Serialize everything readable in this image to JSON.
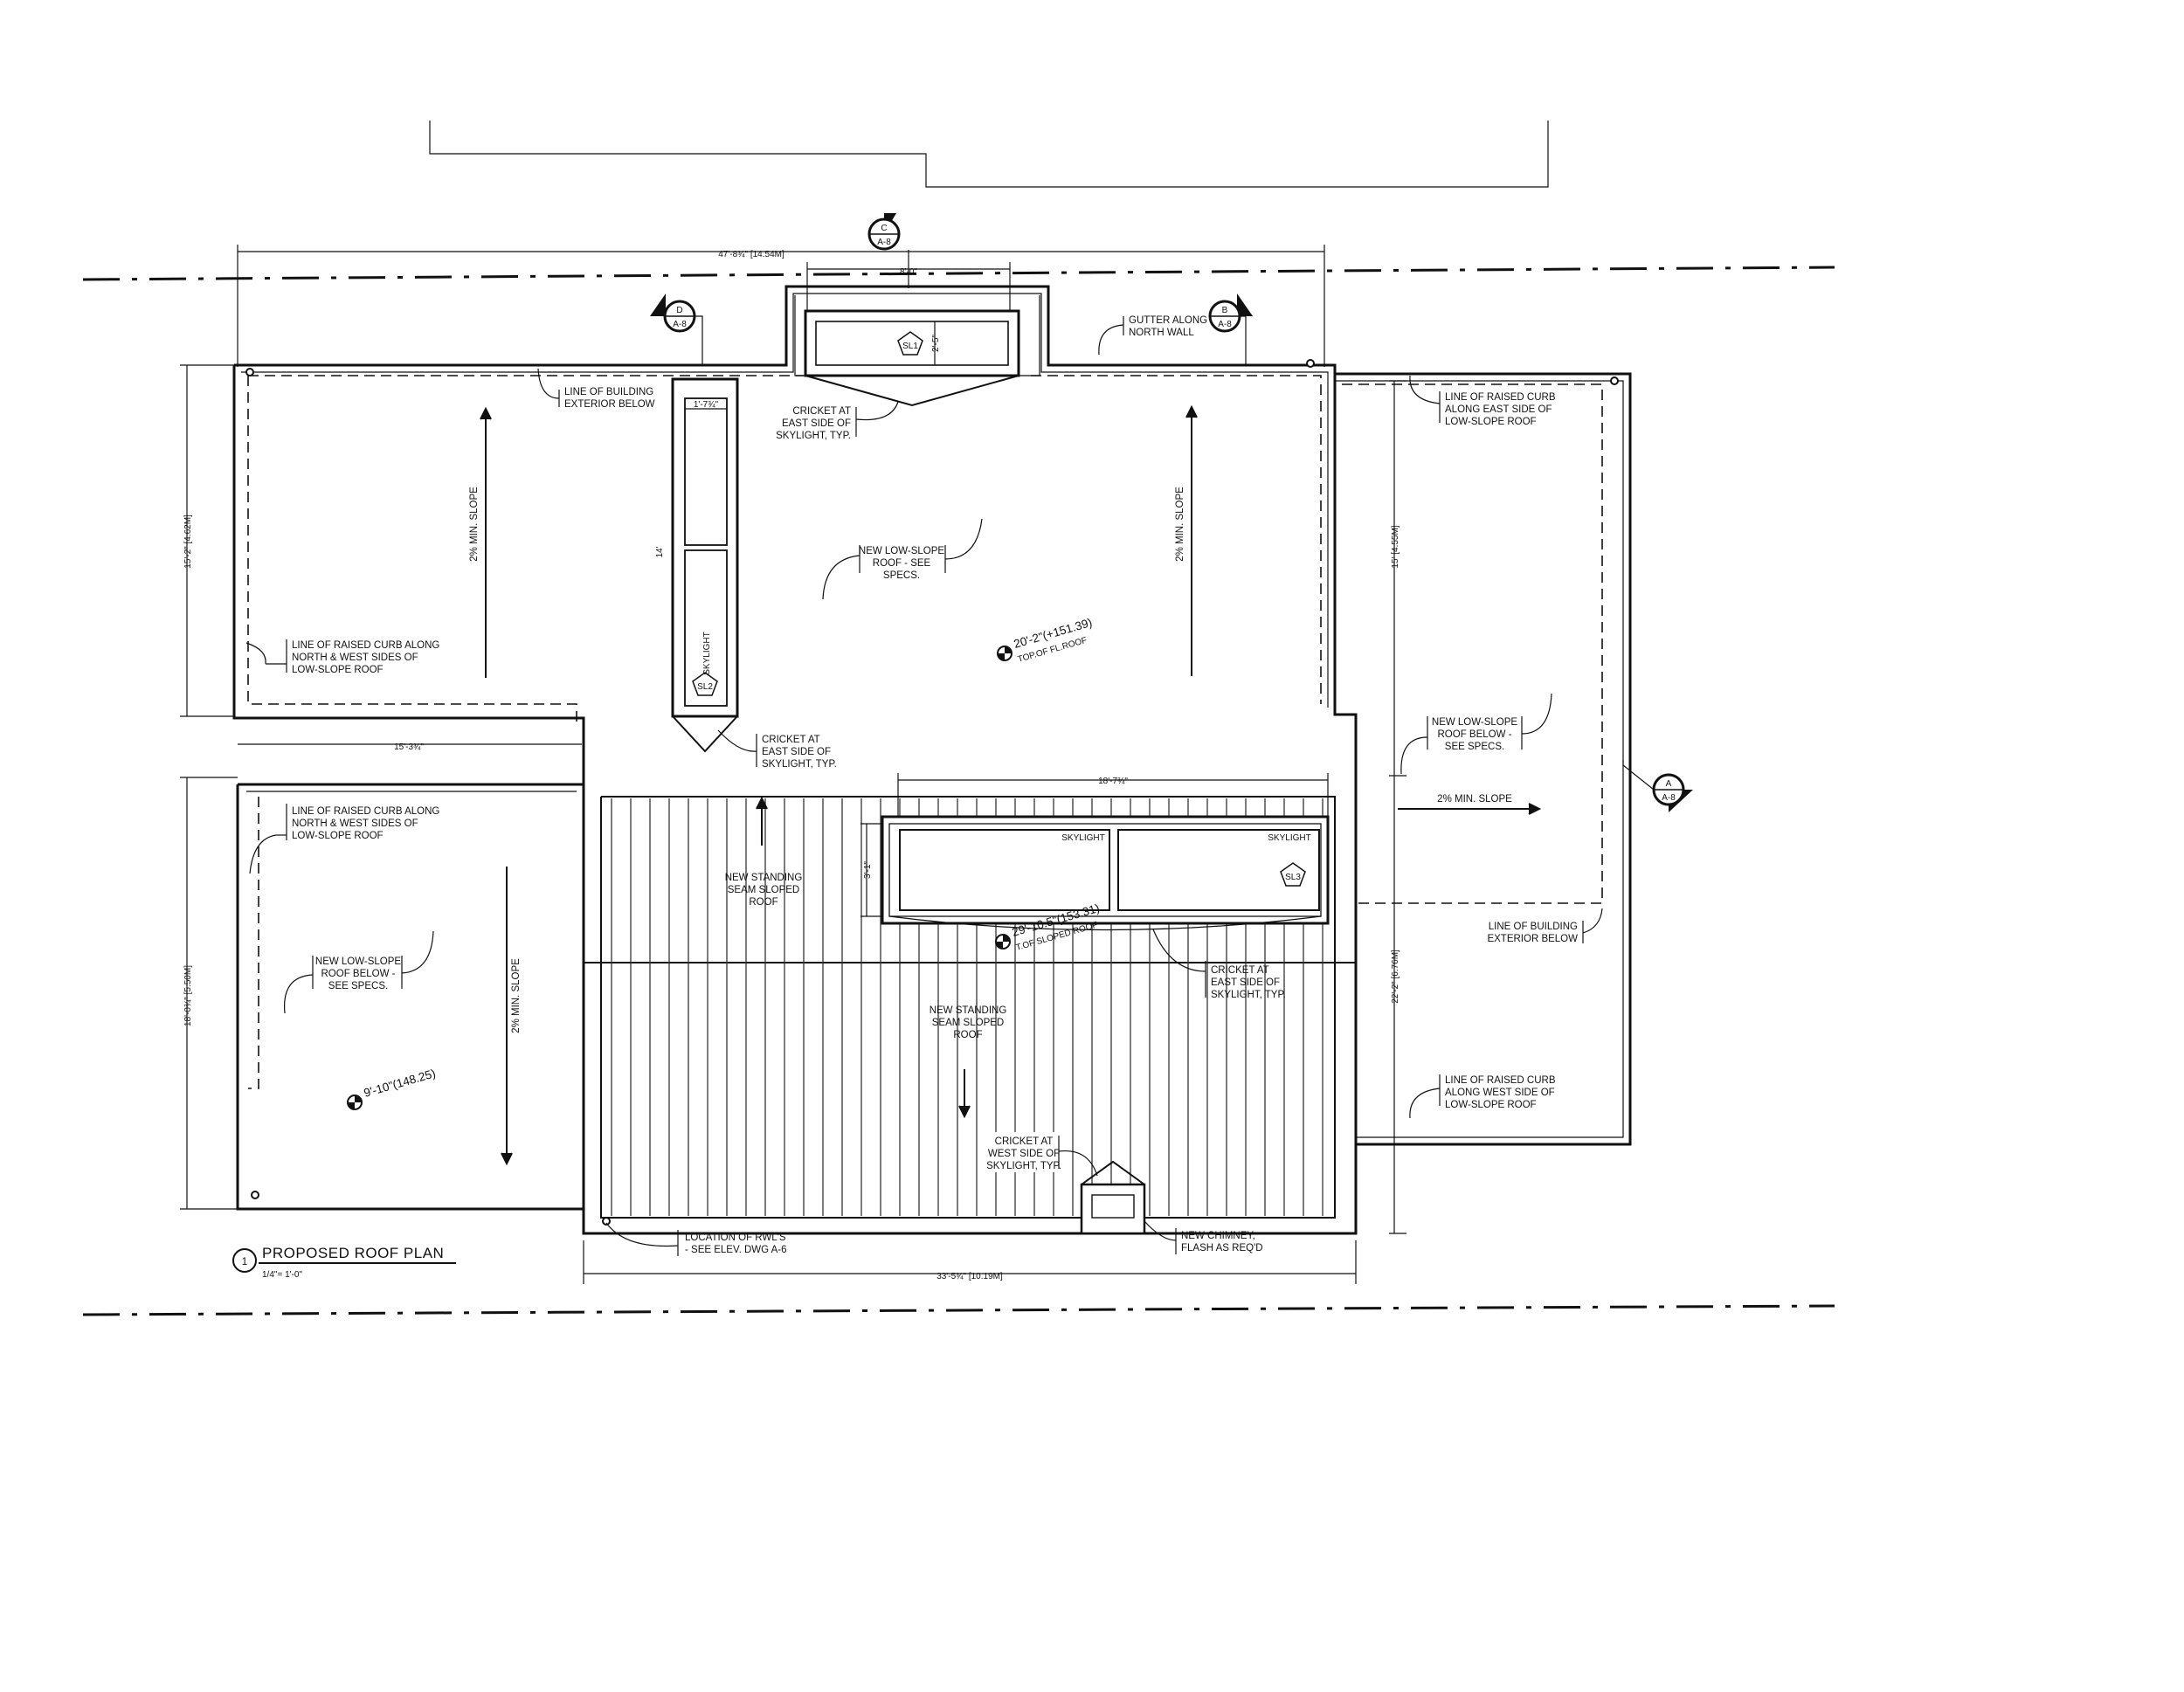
{
  "title": {
    "number": "1",
    "text": "PROPOSED ROOF PLAN",
    "scale": "1/4\"= 1'-0\""
  },
  "section_markers": [
    {
      "id": "C",
      "sheet": "A-8"
    },
    {
      "id": "D",
      "sheet": "A-8"
    },
    {
      "id": "B",
      "sheet": "A-8"
    },
    {
      "id": "A",
      "sheet": "A-8"
    }
  ],
  "dimensions": {
    "top_overall": "47'-8¾\" [14.54M]",
    "top_bay": "8'-0\"",
    "left_upper": "15'-2\" [4.62M]",
    "left_lower": "18'-0¾\" [5.50M]",
    "mid_left": "15'-3¾\"",
    "right_upper": "15' [4.55M]",
    "right_lower": "22'-2\" [6.76M]",
    "bottom": "33'-5¾\" [10.19M]",
    "skylight_strip": "18'-7¾\"",
    "skylight_height": "3'-1\"",
    "sl1_depth": "2'-5\"",
    "sl2_width": "1'-7¾\"",
    "sl2_length": "14'"
  },
  "skylights": {
    "sl1": "SL1",
    "sl2": "SL2",
    "sl3": "SL3",
    "label": "SKYLIGHT"
  },
  "slope_labels": {
    "left_upper": "2% MIN. SLOPE",
    "center_upper": "2% MIN. SLOPE",
    "left_lower": "2% MIN. SLOPE",
    "right": "2% MIN. SLOPE"
  },
  "elevations": {
    "flat_roof": "20'-2\"(+151.39)",
    "flat_roof_sub": "TOP.OF FL.ROOF",
    "sloped_roof": "29'-10.5\"(153.31)",
    "sloped_roof_sub": "T.OF SLOPED ROOF",
    "lower_roof": "9'-10\"(148.25)"
  },
  "notes": {
    "building_below_top": [
      "LINE OF BUILDING",
      "EXTERIOR BELOW"
    ],
    "gutter": [
      "GUTTER ALONG",
      "NORTH WALL"
    ],
    "cricket_sl1": [
      "CRICKET AT",
      "EAST SIDE OF",
      "SKYLIGHT, TYP."
    ],
    "raised_curb_east": [
      "LINE OF RAISED CURB",
      "ALONG EAST SIDE OF",
      "LOW-SLOPE ROOF"
    ],
    "new_low_slope_center": [
      "NEW LOW-SLOPE",
      "ROOF - SEE",
      "SPECS."
    ],
    "raised_curb_nw_upper": [
      "LINE OF RAISED CURB ALONG",
      "NORTH & WEST SIDES OF",
      "LOW-SLOPE ROOF"
    ],
    "cricket_sl2": [
      "CRICKET AT",
      "EAST SIDE OF",
      "SKYLIGHT, TYP."
    ],
    "new_low_slope_right": [
      "NEW LOW-SLOPE",
      "ROOF BELOW -",
      "SEE SPECS."
    ],
    "raised_curb_nw_lower": [
      "LINE OF RAISED CURB ALONG",
      "NORTH & WEST SIDES OF",
      "LOW-SLOPE ROOF"
    ],
    "standing_seam_upper": [
      "NEW STANDING",
      "SEAM SLOPED",
      "ROOF"
    ],
    "new_low_slope_left": [
      "NEW LOW-SLOPE",
      "ROOF BELOW -",
      "SEE SPECS."
    ],
    "building_below_right": [
      "LINE OF BUILDING",
      "EXTERIOR BELOW"
    ],
    "cricket_sl3": [
      "CRICKET AT",
      "EAST SIDE OF",
      "SKYLIGHT, TYP."
    ],
    "standing_seam_lower": [
      "NEW STANDING",
      "SEAM SLOPED",
      "ROOF"
    ],
    "raised_curb_west": [
      "LINE OF RAISED CURB",
      "ALONG WEST SIDE OF",
      "LOW-SLOPE ROOF"
    ],
    "cricket_west": [
      "CRICKET AT",
      "WEST SIDE OF",
      "SKYLIGHT, TYP."
    ],
    "rwl": [
      "LOCATION OF RWL'S",
      "- SEE ELEV. DWG A-6"
    ],
    "chimney": [
      "NEW CHIMNEY,",
      "FLASH AS REQ'D"
    ]
  }
}
